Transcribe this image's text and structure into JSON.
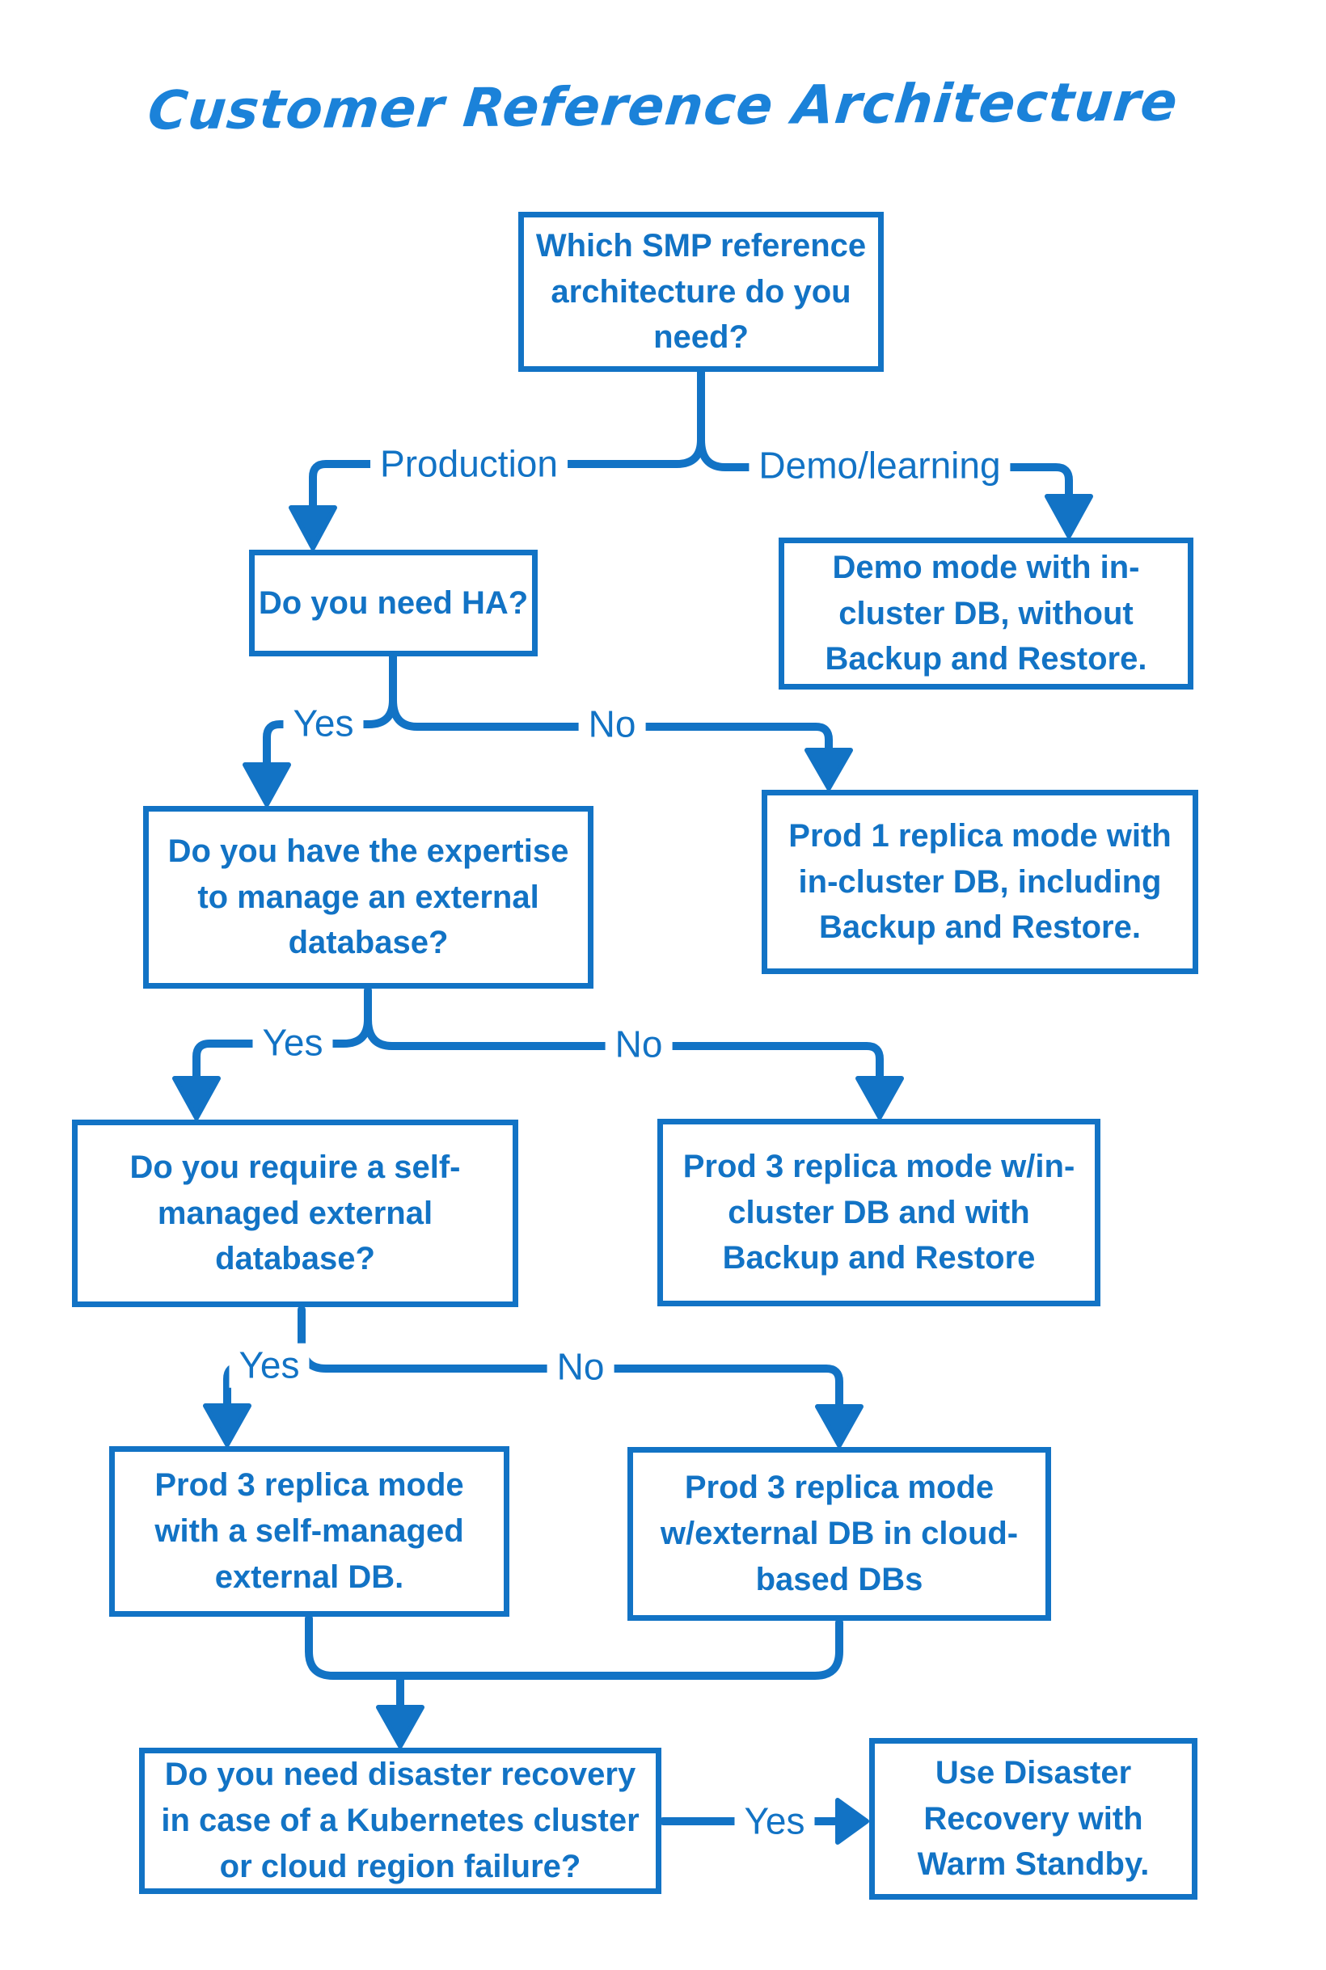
{
  "title": "Customer Reference Architecture",
  "colors": {
    "diagram_blue": "#1273c5",
    "title_blue": "#1b82d9",
    "background": "#ffffff"
  },
  "nodes": {
    "which_smp": {
      "text": "Which SMP reference architecture do you need?"
    },
    "need_ha": {
      "text": "Do you need HA?"
    },
    "demo_mode": {
      "text": "Demo mode with in-cluster DB, without Backup and Restore."
    },
    "expertise": {
      "text": "Do you have the expertise to manage an external database?"
    },
    "prod1_incluster": {
      "text": "Prod 1 replica mode with in-cluster DB, including Backup and Restore."
    },
    "require_selfmanaged": {
      "text": "Do you require a self-managed external database?"
    },
    "prod3_incluster": {
      "text": "Prod 3 replica mode w/in-cluster DB and with Backup and Restore"
    },
    "prod3_selfmanaged": {
      "text": "Prod 3 replica mode with a self-managed external DB."
    },
    "prod3_external_cloud": {
      "text": "Prod 3 replica mode w/external DB in cloud-based DBs"
    },
    "need_dr": {
      "text": "Do you need disaster recovery in case of a Kubernetes cluster or cloud region failure?"
    },
    "use_dr": {
      "text": "Use Disaster Recovery with Warm Standby."
    }
  },
  "edge_labels": {
    "production": "Production",
    "demo_learning": "Demo/learning",
    "ha_yes": "Yes",
    "ha_no": "No",
    "expertise_yes": "Yes",
    "expertise_no": "No",
    "selfmanaged_yes": "Yes",
    "selfmanaged_no": "No",
    "dr_yes": "Yes"
  },
  "edges": [
    {
      "from": "which_smp",
      "to": "need_ha",
      "label": "Production"
    },
    {
      "from": "which_smp",
      "to": "demo_mode",
      "label": "Demo/learning"
    },
    {
      "from": "need_ha",
      "to": "expertise",
      "label": "Yes"
    },
    {
      "from": "need_ha",
      "to": "prod1_incluster",
      "label": "No"
    },
    {
      "from": "expertise",
      "to": "require_selfmanaged",
      "label": "Yes"
    },
    {
      "from": "expertise",
      "to": "prod3_incluster",
      "label": "No"
    },
    {
      "from": "require_selfmanaged",
      "to": "prod3_selfmanaged",
      "label": "Yes"
    },
    {
      "from": "require_selfmanaged",
      "to": "prod3_external_cloud",
      "label": "No"
    },
    {
      "from": "prod3_selfmanaged",
      "to": "need_dr",
      "label": ""
    },
    {
      "from": "prod3_external_cloud",
      "to": "need_dr",
      "label": ""
    },
    {
      "from": "need_dr",
      "to": "use_dr",
      "label": "Yes"
    }
  ]
}
